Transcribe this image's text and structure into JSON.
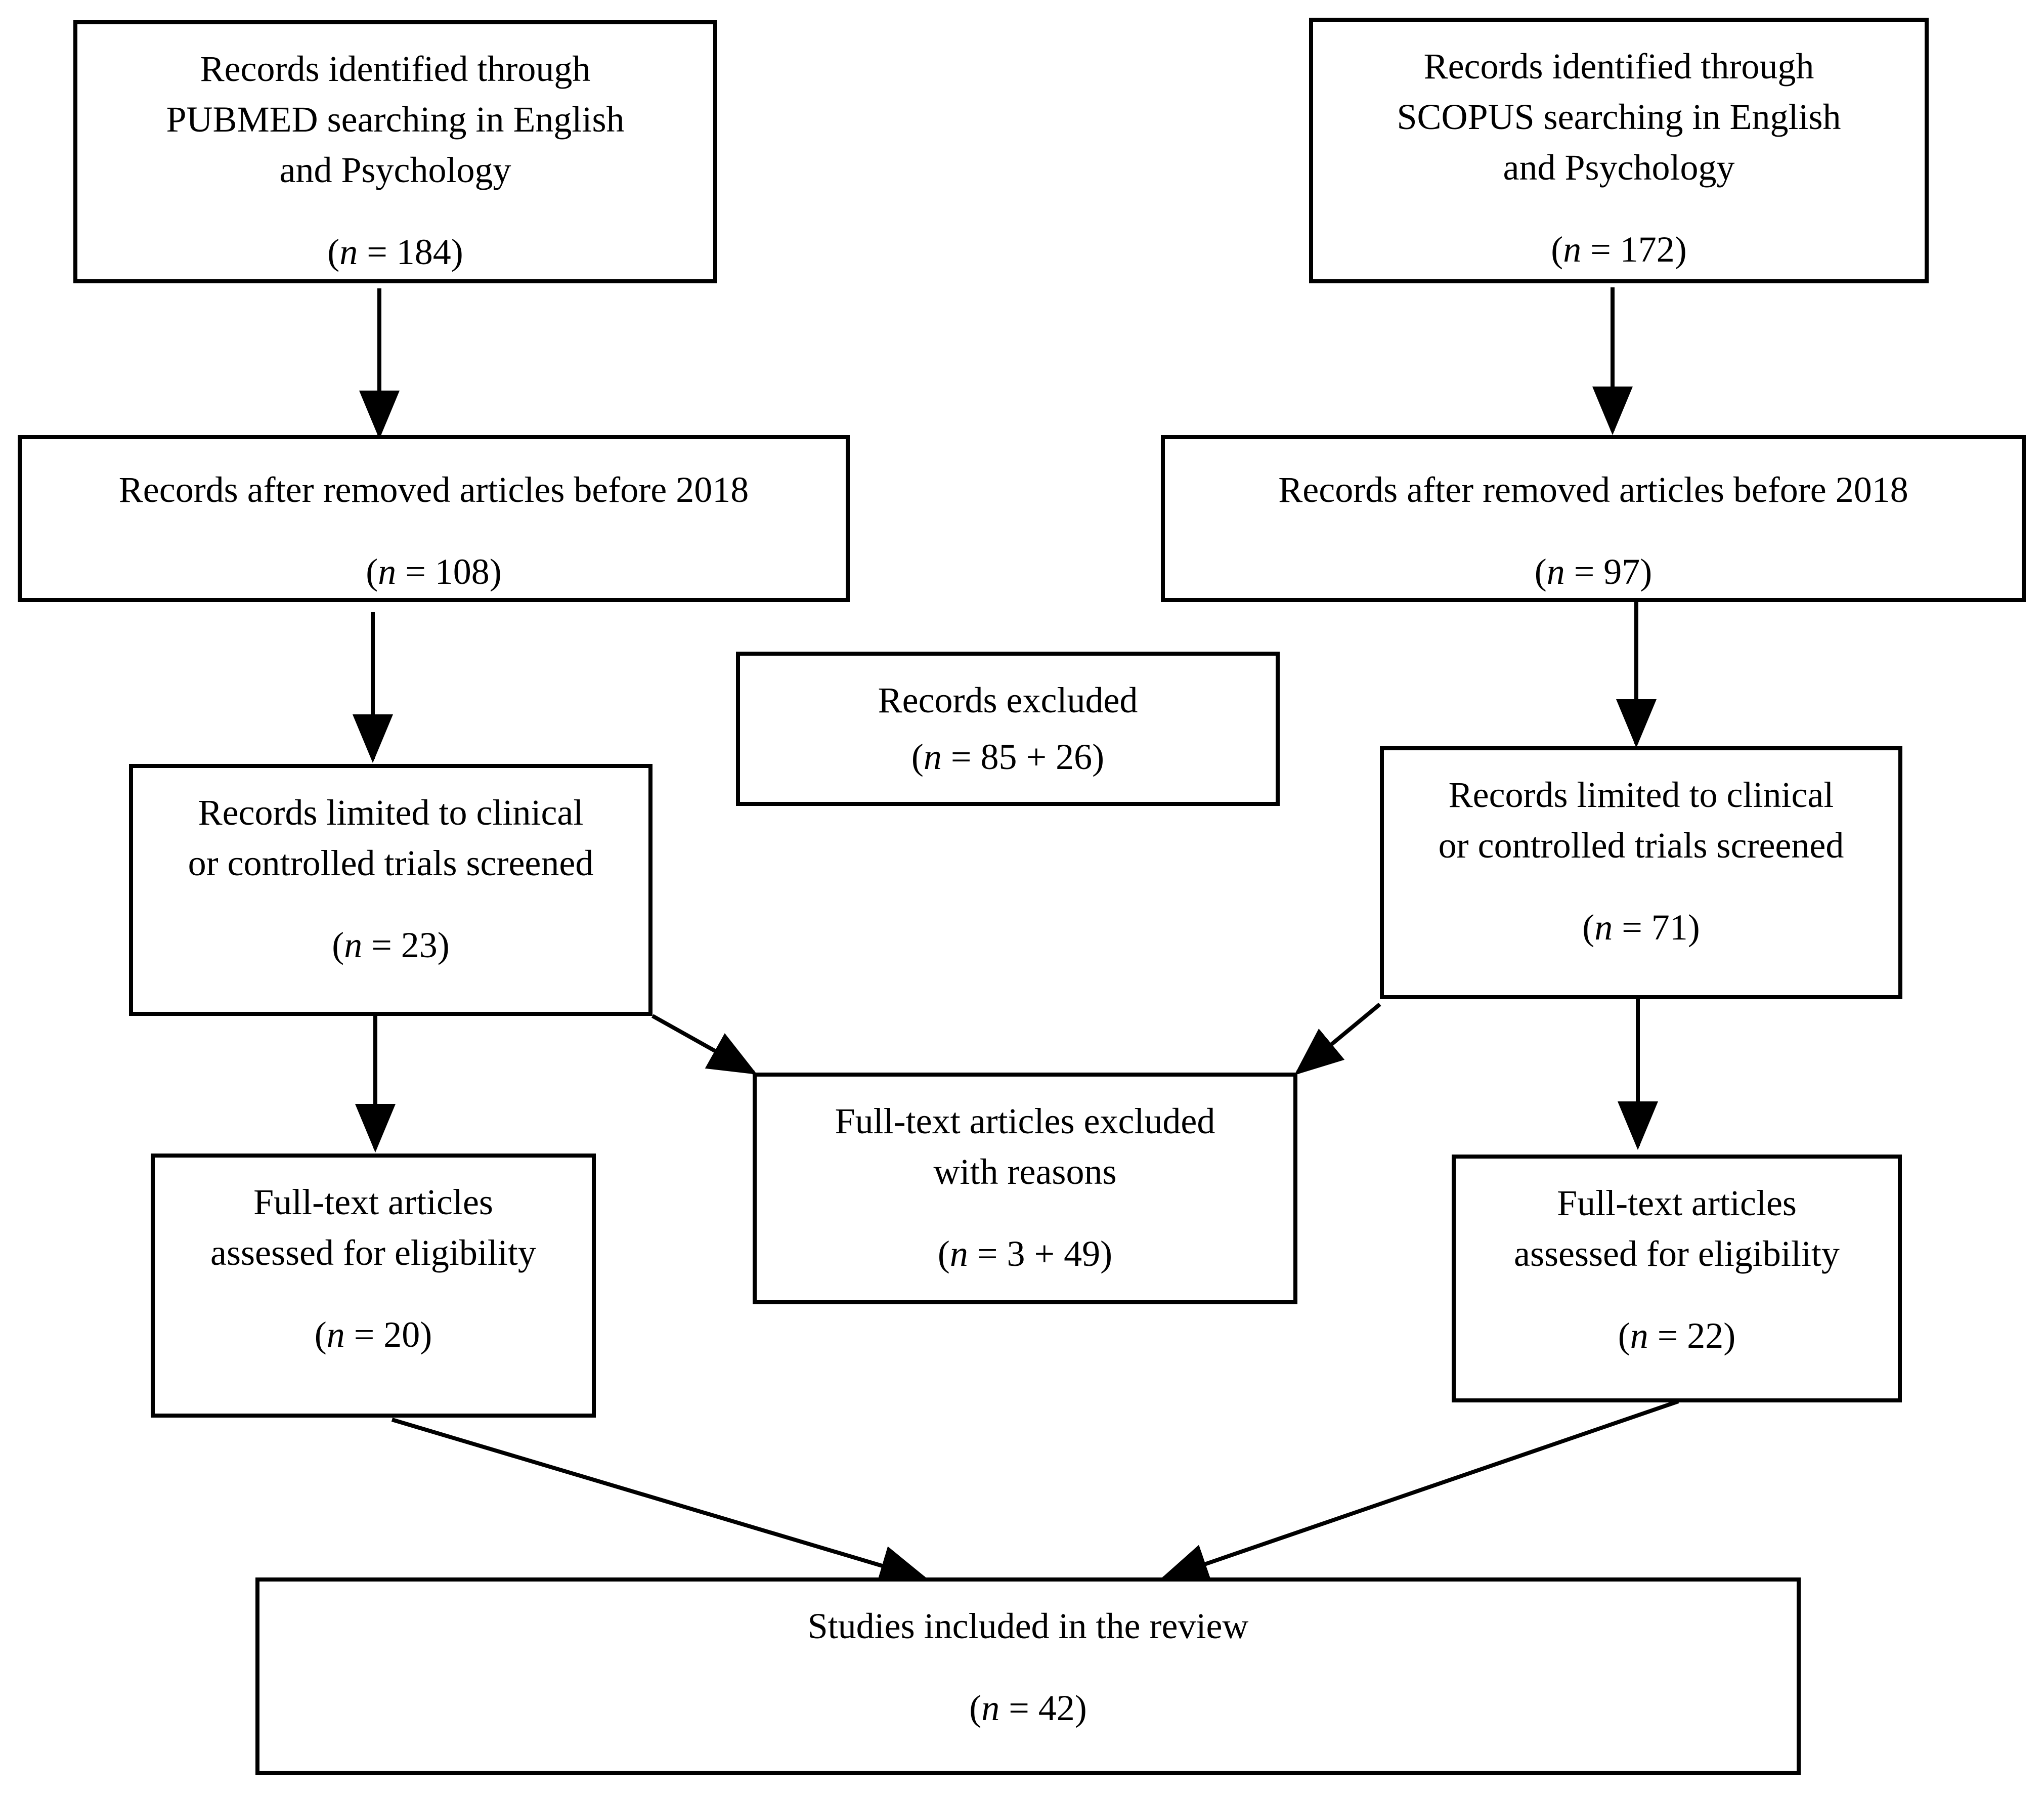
{
  "boxes": {
    "pubmed_identified": {
      "lines": [
        "Records identified through",
        "PUBMED searching in English",
        "and Psychology"
      ],
      "n": "184"
    },
    "scopus_identified": {
      "lines": [
        "Records identified through",
        "SCOPUS searching in English",
        "and Psychology"
      ],
      "n": "172"
    },
    "pubmed_after_2018": {
      "lines": [
        "Records after removed articles before 2018"
      ],
      "n": "108"
    },
    "scopus_after_2018": {
      "lines": [
        "Records after removed articles before 2018"
      ],
      "n": "97"
    },
    "records_excluded": {
      "lines": [
        "Records excluded"
      ],
      "n": "85 + 26"
    },
    "pubmed_limited": {
      "lines": [
        "Records limited to clinical",
        "or controlled trials screened"
      ],
      "n": "23"
    },
    "scopus_limited": {
      "lines": [
        "Records limited to clinical",
        "or controlled trials screened"
      ],
      "n": "71"
    },
    "fulltext_excluded": {
      "lines": [
        "Full-text articles excluded",
        "with reasons"
      ],
      "n": "3 + 49"
    },
    "pubmed_fulltext": {
      "lines": [
        "Full-text articles",
        "assessed for eligibility"
      ],
      "n": "20"
    },
    "scopus_fulltext": {
      "lines": [
        "Full-text articles",
        "assessed for eligibility"
      ],
      "n": "22"
    },
    "included": {
      "lines": [
        "Studies included in the review"
      ],
      "n": "42"
    }
  },
  "n_symbol": "n",
  "n_prefix": "(",
  "n_equals": " = ",
  "n_suffix": ")"
}
